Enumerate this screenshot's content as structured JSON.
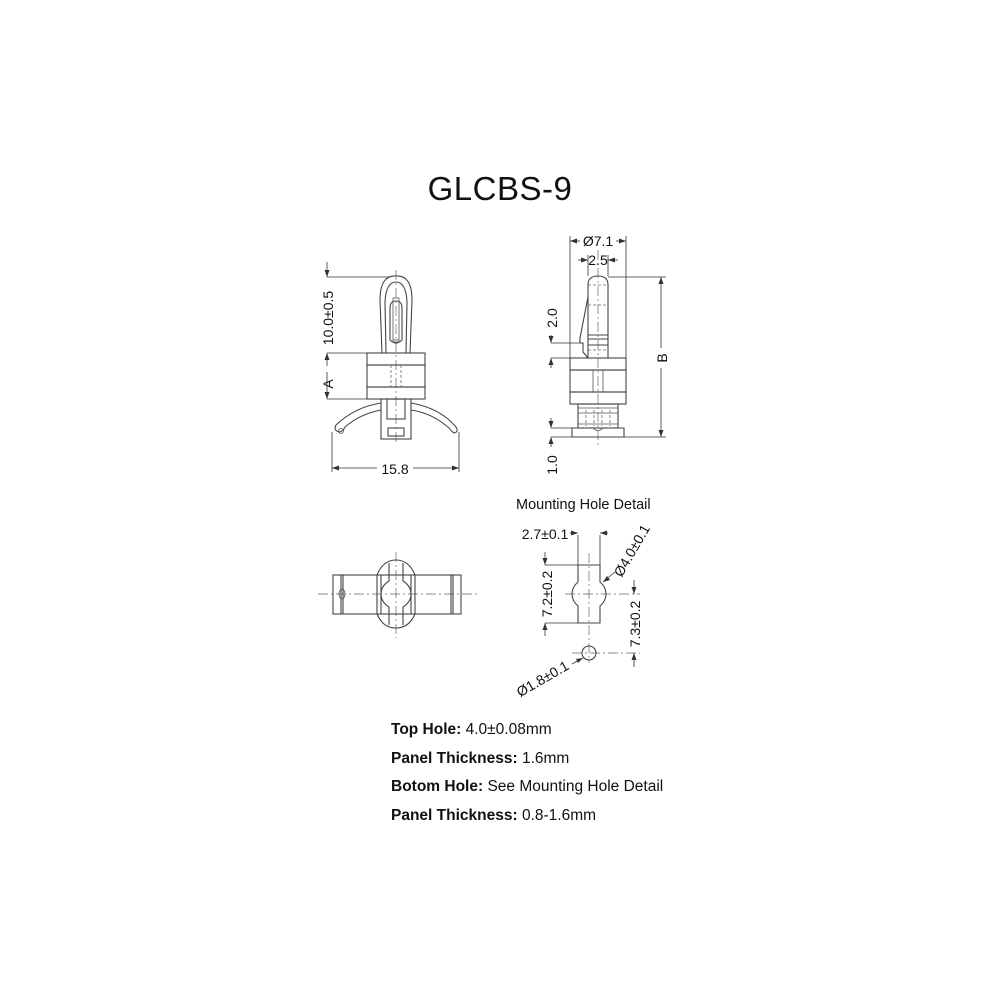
{
  "title": "GLCBS-9",
  "front_view": {
    "dims": {
      "height_top": "10.0±0.5",
      "a_label": "A",
      "width": "15.8"
    }
  },
  "side_view": {
    "dims": {
      "diameter": "Ø7.1",
      "tip_width": "2.5",
      "latch": "2.0",
      "base": "1.0",
      "b_label": "B"
    }
  },
  "mounting_hole_detail": {
    "title": "Mounting Hole Detail",
    "dims": {
      "slot_width": "2.7±0.1",
      "slot_diameter": "Ø4.0±0.1",
      "slot_length": "7.2±0.2",
      "hole_spacing": "7.3±0.2",
      "small_hole": "Ø1.8±0.1"
    }
  },
  "specs": [
    {
      "label": "Top Hole:",
      "value": " 4.0±0.08mm"
    },
    {
      "label": "Panel Thickness:",
      "value": " 1.6mm"
    },
    {
      "label": "Botom Hole:",
      "value": " See Mounting Hole Detail"
    },
    {
      "label": "Panel Thickness:",
      "value": " 0.8-1.6mm"
    }
  ]
}
